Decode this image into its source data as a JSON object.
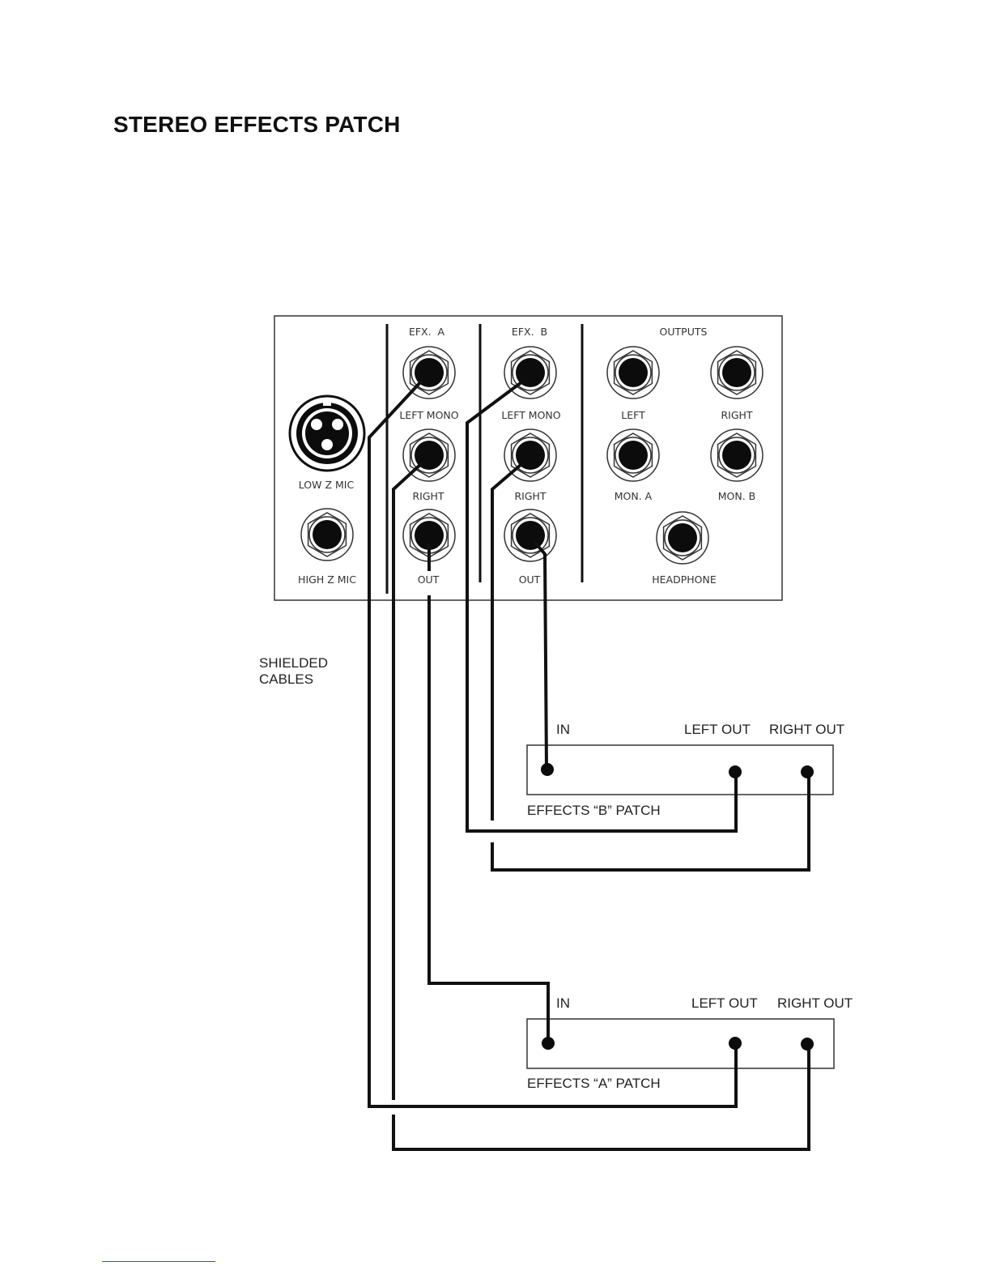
{
  "title": "STEREO EFFECTS PATCH",
  "panel": {
    "sections": {
      "efx_a": "EFX.  A",
      "efx_b": "EFX.  B",
      "outputs": "OUTPUTS"
    },
    "jacks": {
      "efx_a_left_mono": "LEFT MONO",
      "efx_a_right": "RIGHT",
      "efx_a_out": "OUT",
      "efx_b_left_mono": "LEFT MONO",
      "efx_b_right": "RIGHT",
      "efx_b_out": "OUT",
      "output_left": "LEFT",
      "output_right": "RIGHT",
      "mon_a": "MON. A",
      "mon_b": "MON. B",
      "headphone": "HEADPHONE",
      "low_z_mic": "LOW Z MIC",
      "high_z_mic": "HIGH Z MIC"
    }
  },
  "cables_label": [
    "SHIELDED",
    "CABLES"
  ],
  "effects_b": {
    "in": "IN",
    "left_out": "LEFT OUT",
    "right_out": "RIGHT OUT",
    "name": "EFFECTS “B” PATCH"
  },
  "effects_a": {
    "in": "IN",
    "left_out": "LEFT OUT",
    "right_out": "RIGHT OUT",
    "name": "EFFECTS “A” PATCH"
  }
}
